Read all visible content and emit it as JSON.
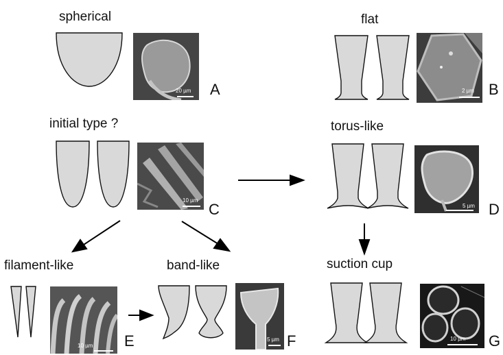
{
  "labels": {
    "spherical": "spherical",
    "flat": "flat",
    "initial": "initial type ?",
    "torus": "torus-like",
    "filament": "filament-like",
    "band": "band-like",
    "suction": "suction cup"
  },
  "letters": {
    "A": "A",
    "B": "B",
    "C": "C",
    "D": "D",
    "E": "E",
    "F": "F",
    "G": "G"
  },
  "scales": {
    "A": "20 µm",
    "B": "2 µm",
    "C": "10 µm",
    "D": "5 µm",
    "E": "10 µm",
    "F": "5 µm",
    "G": "10 µm"
  },
  "colors": {
    "shape_fill": "#d9d9d9",
    "outline": "#111111",
    "sem_background": "#3a3a3a"
  }
}
